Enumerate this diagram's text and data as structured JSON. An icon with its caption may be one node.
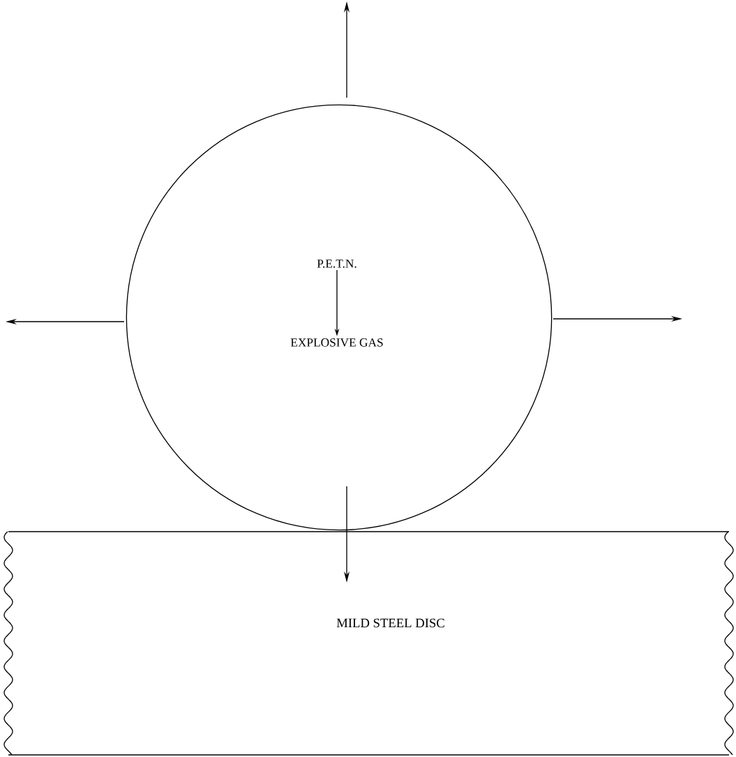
{
  "diagram": {
    "nodes": [
      {
        "text": [],
        "shape": "circle"
      },
      {
        "text": [
          "P.E.T.N."
        ],
        "in": 0
      },
      {
        "text": [
          "EXPLOSIVE GAS"
        ],
        "in": 0
      },
      {
        "text": [
          "MILD STEEL DISC"
        ]
      }
    ],
    "edges": [
      {
        "from": 1,
        "to": 2,
        "arrow": "to"
      }
    ]
  }
}
